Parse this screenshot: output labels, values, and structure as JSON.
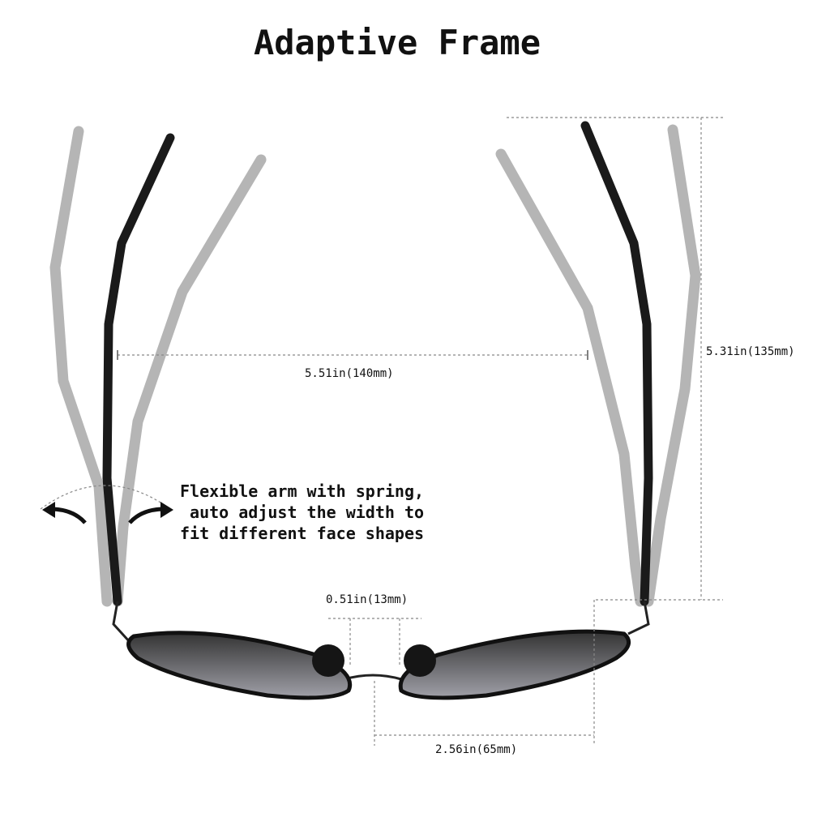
{
  "title": "Adaptive Frame",
  "dimensions": {
    "width_between_arms": "5.51in(140mm)",
    "arm_length": "5.31in(135mm)",
    "bridge_width": "0.51in(13mm)",
    "lens_width": "2.56in(65mm)"
  },
  "note": {
    "line1": "Flexible arm with spring,",
    "line2": " auto adjust the width to",
    "line3": "fit different face shapes"
  }
}
